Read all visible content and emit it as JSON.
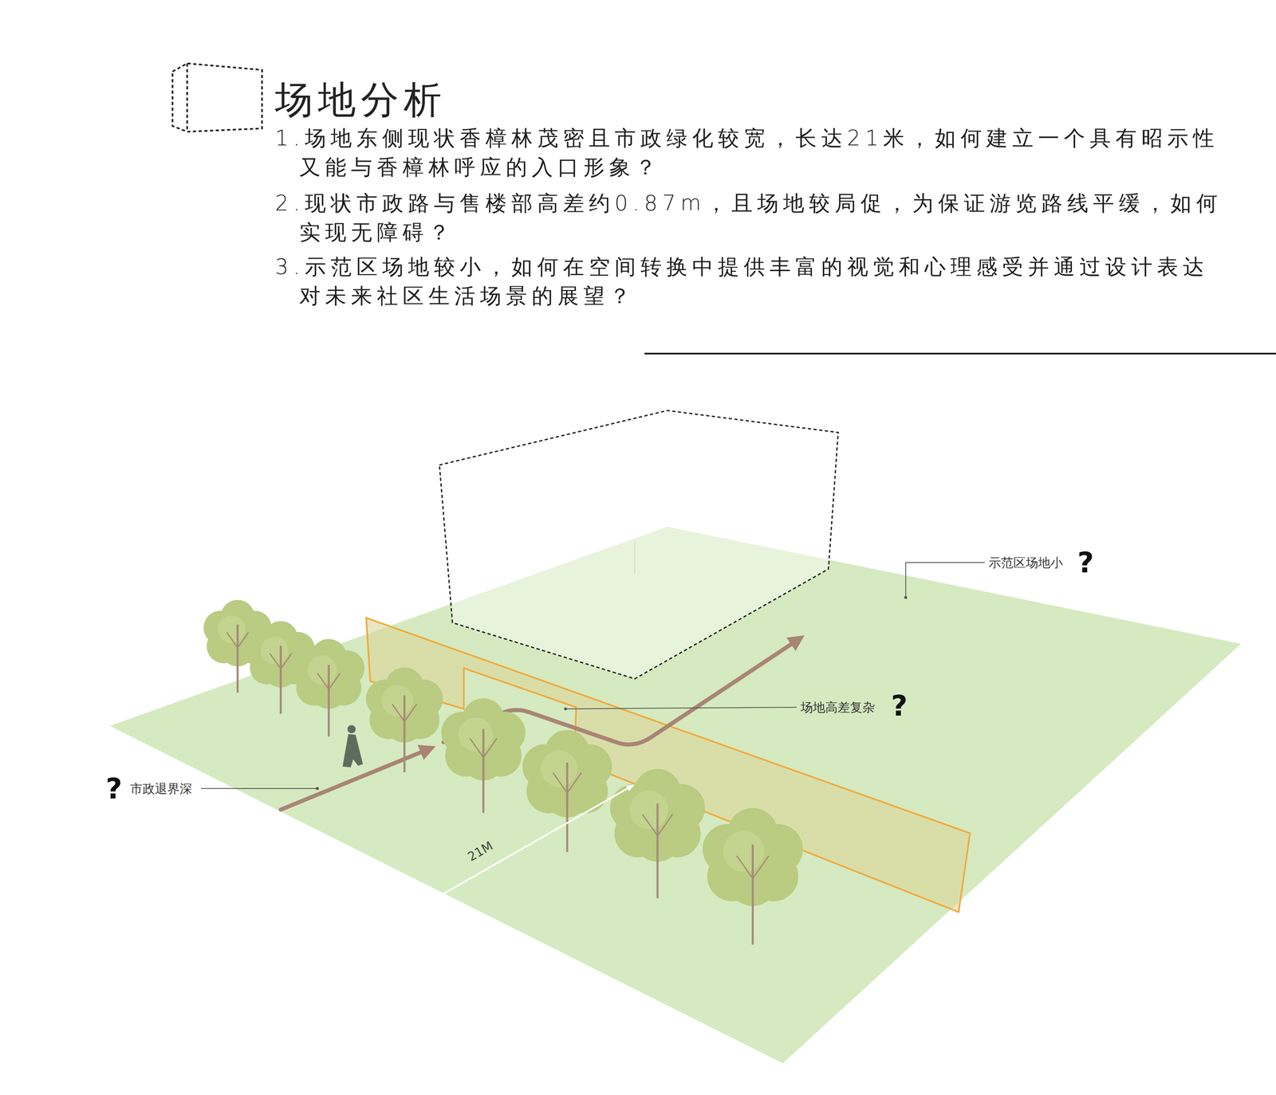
{
  "diagram": {
    "title": "场地分析",
    "labels": [
      "1.场地东侧现状香樟林茂密且市政绿化较宽，长达21米，如何建立一个具有昭示性又能与香樟林呼应的入口形象？",
      "2.现状市政路与售楼部高差约0.87m，且场地较局促，为保证游览路线平缓，如何实现无障碍？",
      "3.示范区场地较小，如何在空间转换中提供丰富的视觉和心理感受并通过设计表达对未来社区生活场景的展望？",
      "示范区场地小",
      "?",
      "场地高差复杂",
      "?",
      "?",
      "市政退界深",
      "21M"
    ]
  }
}
